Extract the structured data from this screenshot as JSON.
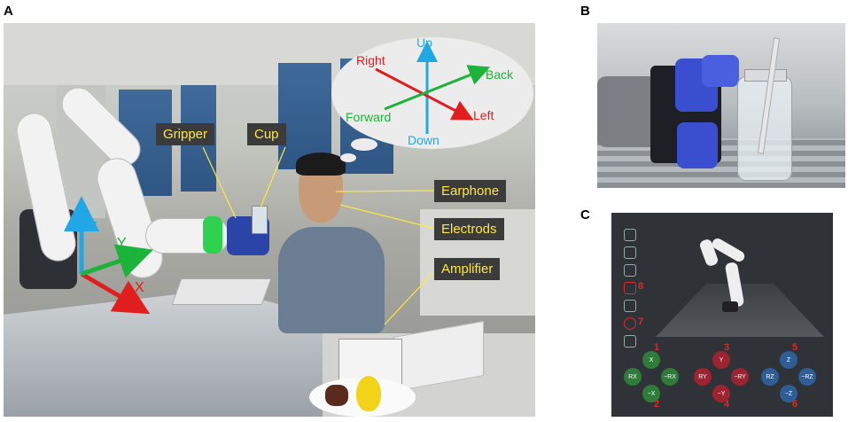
{
  "panels": {
    "a": "A",
    "b": "B",
    "c": "C"
  },
  "labels": {
    "gripper": "Gripper",
    "cup": "Cup",
    "earphone": "Earphone",
    "electrods": "Electrods",
    "amplifier": "Amplifier"
  },
  "directions": {
    "up": "Up",
    "down": "Down",
    "right": "Right",
    "left": "Left",
    "back": "Back",
    "forward": "Forward"
  },
  "robot_axes": {
    "x": "X",
    "y": "Y",
    "z": "Z"
  },
  "colors": {
    "red": "#e01e1e",
    "green": "#1bb33a",
    "blue": "#22a7e6",
    "label_text": "#ffe83b"
  },
  "control_panel": {
    "marker_8": "8",
    "marker_7": "7",
    "buttons": {
      "x": "X",
      "rx": "RX",
      "neg_rx": "−RX",
      "neg_x": "−X",
      "y": "Y",
      "ry": "RY",
      "neg_ry": "−RY",
      "neg_y": "−Y",
      "z": "Z",
      "rz": "RZ",
      "neg_rz": "−RZ",
      "neg_z": "−Z"
    },
    "numbers": {
      "n1": "1",
      "n2": "2",
      "n3": "3",
      "n4": "4",
      "n5": "5",
      "n6": "6"
    }
  }
}
